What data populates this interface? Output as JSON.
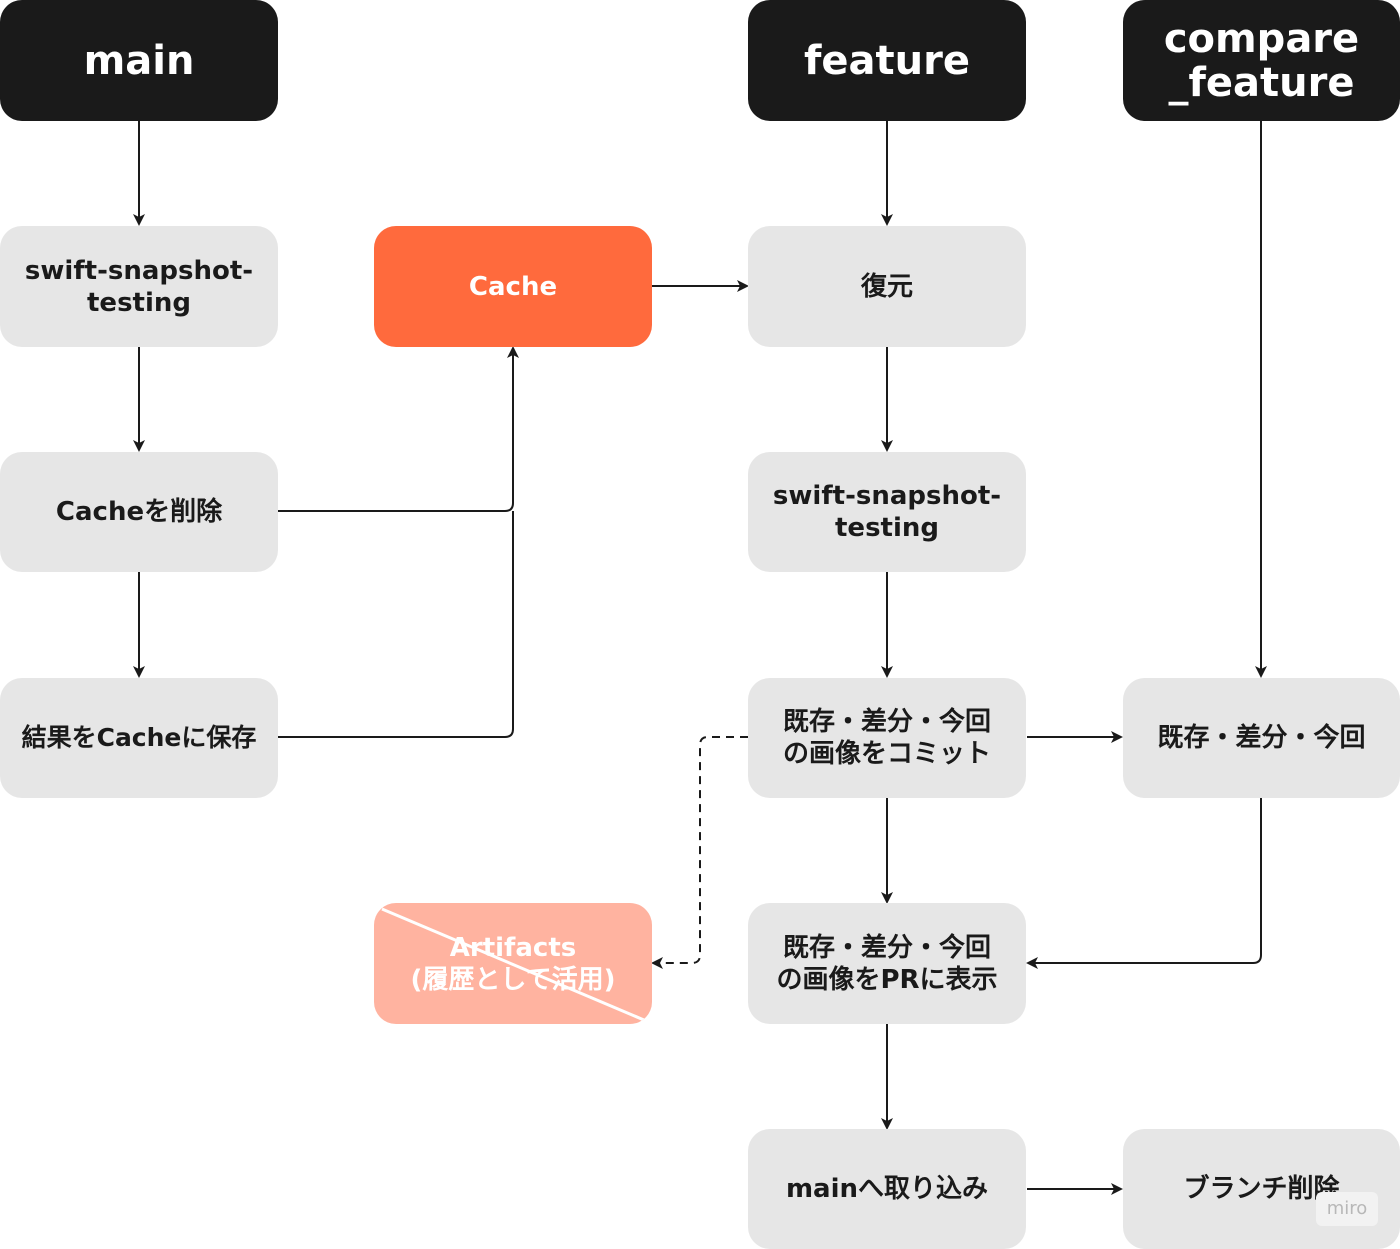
{
  "columns": {
    "main": "main",
    "feature": "feature",
    "compare_feature": "compare\n_feature"
  },
  "main_steps": {
    "snapshot": "swift-snapshot-\ntesting",
    "delete_cache": "Cacheを削除",
    "save_cache": "結果をCacheに保存"
  },
  "cache": "Cache",
  "artifacts": "Artifacts\n(履歴として活用)",
  "feature_steps": {
    "restore": "復元",
    "snapshot": "swift-snapshot-\ntesting",
    "commit": "既存・差分・今回\nの画像をコミット",
    "pr": "既存・差分・今回\nの画像をPRに表示",
    "merge": "mainへ取り込み"
  },
  "compare_steps": {
    "images": "既存・差分・今回",
    "delete_branch": "ブランチ削除"
  },
  "watermark": "miro",
  "colors": {
    "header": "#1a1a1a",
    "step": "#e6e6e6",
    "cache": "#ff6a3d",
    "artifacts_deprecated": "#ffb3a0"
  }
}
